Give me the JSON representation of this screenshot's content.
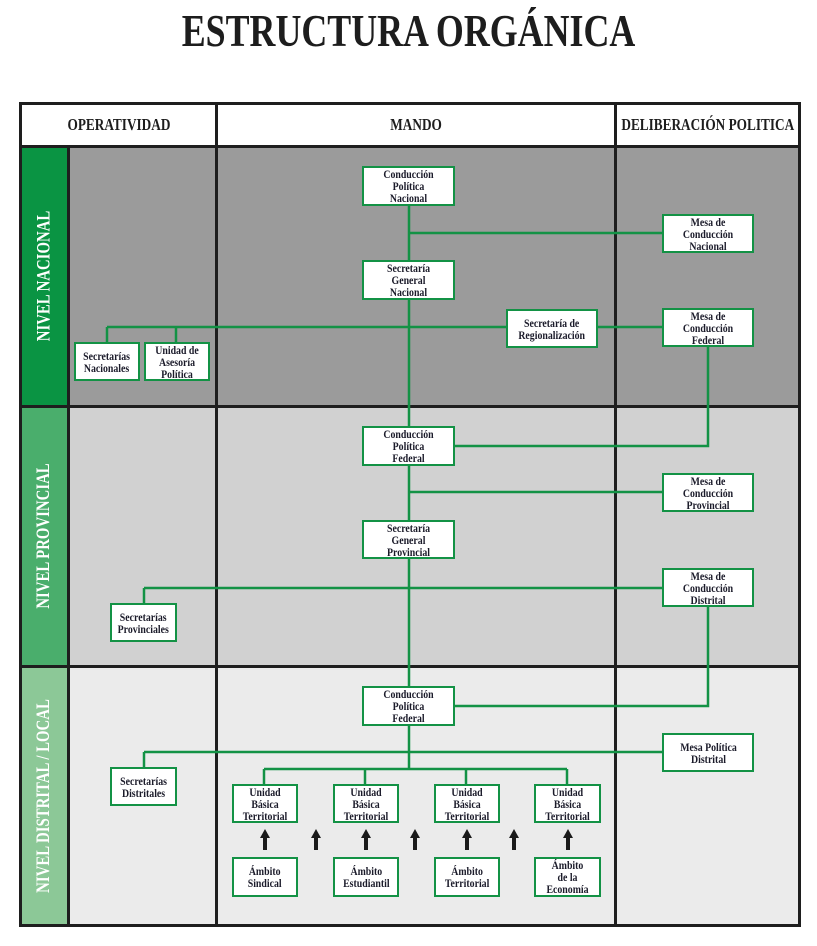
{
  "title": "ESTRUCTURA ORGÁNICA",
  "columns": {
    "operatividad": "OPERATIVIDAD",
    "mando": "MANDO",
    "deliberacion": "DELIBERACIÓN POLITICA"
  },
  "levels": {
    "nacional": "NIVEL NACIONAL",
    "provincial": "NIVEL PROVINCIAL",
    "local": "NIVEL DISTRITAL / LOCAL"
  },
  "colors": {
    "connector": "#139245",
    "nacional_band": "#0a9443",
    "provincial_band": "#4aae6c",
    "local_band": "#8cc897",
    "nacional_bg": "#9b9b9b",
    "provincial_bg": "#d1d1d1",
    "local_bg": "#ebebeb"
  },
  "nodes": {
    "conduccion_politica_nacional": "Conducción Política\nNacional",
    "secretaria_general_nacional": "Secretaría General\nNacional",
    "mesa_conduccion_nacional": "Mesa de Conducción\nNacional",
    "secretaria_regionalizacion": "Secretaría de\nRegionalización",
    "mesa_conduccion_federal": "Mesa de Conducción\nFederal",
    "secretarias_nacionales": "Secretarías\nNacionales",
    "unidad_asesoria_politica": "Unidad de\nAsesoría Política",
    "conduccion_politica_federal_prov": "Conducción Política\nFederal",
    "mesa_conduccion_provincial": "Mesa de Conducción\nProvincial",
    "secretaria_general_provincial": "Secretaría General\nProvincial",
    "mesa_conduccion_distrital": "Mesa de Conducción\nDistrital",
    "secretarias_provinciales": "Secretarías\nProvinciales",
    "conduccion_politica_federal_local": "Conducción Política\nFederal",
    "mesa_politica_distrital": "Mesa Política\nDistrital",
    "secretarias_distritales": "Secretarías\nDistritales",
    "unidades_basicas": [
      "Unidad Básica\nTerritorial",
      "Unidad Básica\nTerritorial",
      "Unidad Básica\nTerritorial",
      "Unidad Básica\nTerritorial"
    ],
    "ambitos": [
      "Ámbito\nSindical",
      "Ámbito\nEstudiantil",
      "Ámbito\nTerritorial",
      "Ámbito\nde la Economía"
    ]
  }
}
